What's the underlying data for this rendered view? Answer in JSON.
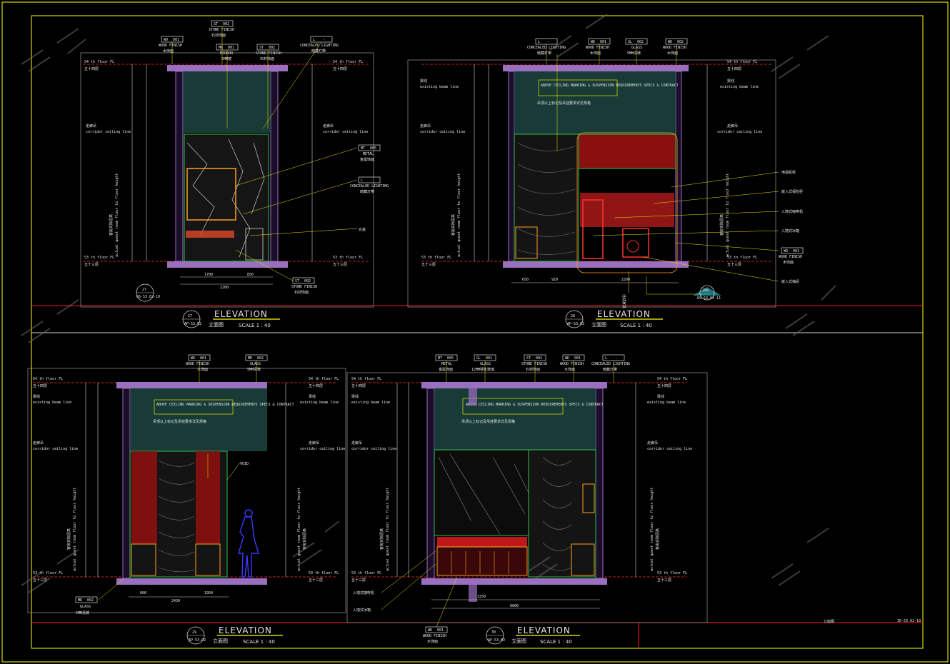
{
  "sheet": {
    "number": "IE-53.02-10",
    "footer_label": "立面图"
  },
  "common": {
    "floor54_en": "54 th floor FL",
    "floor54_cn": "五十四层",
    "floor53_en": "53 th floor FL",
    "floor53_cn": "五十三层",
    "corridor_cn": "走廊吊",
    "corridor_en": "corridor ceiling line",
    "beam_cn": "梁线",
    "beam_en": "existing beam line",
    "height_en": "actual quest room floor to floor height",
    "height_cn": "客房实际层高",
    "note_en": "ABOVE CEILING MARKING & SUSPENSION REQUIREMENTS SPECS & CONTRACT",
    "note_cn": "吊顶以上标记及吊挂要求详见规格",
    "scale": "SCALE 1 : 40",
    "elevation": "ELEVATION",
    "elevation_cn": "立面图",
    "ref": "AP-53.02"
  },
  "elevations": [
    {
      "id": "27",
      "tags": [
        {
          "code": "WD",
          "num": "001",
          "en": "WOOD FINISH",
          "cn": "木饰面"
        },
        {
          "code": "ST",
          "num": "002",
          "en": "STONE FINISH",
          "cn": "石材饰面"
        },
        {
          "code": "MR",
          "num": "001",
          "en": "MIRROR",
          "cn": "5MM镜"
        },
        {
          "code": "ST",
          "num": "002",
          "en": "STONE FINISH",
          "cn": "石材饰面"
        },
        {
          "code": "L",
          "num": "-",
          "en": "CONCEALED LIGHTING",
          "cn": "暗藏灯带"
        }
      ],
      "side_tags": [
        {
          "code": "MT",
          "num": "005",
          "en": "METAL",
          "cn": "金属饰面"
        },
        {
          "code": "L",
          "num": "-",
          "en": "CONCEALED LIGHTING",
          "cn": "暗藏灯带"
        },
        {
          "code": "",
          "num": "",
          "en": "",
          "cn": "台盆"
        }
      ],
      "bottom_tag": {
        "code": "ST",
        "num": "002",
        "en": "STONE FINISH",
        "cn": "石材饰面"
      },
      "dims": [
        "1780",
        "2200",
        "850"
      ],
      "section": {
        "num": "27",
        "ref": "OS-53.02-10"
      }
    },
    {
      "id": "28",
      "tags": [
        {
          "code": "L",
          "num": "-",
          "en": "CONCEALED LIGHTING",
          "cn": "暗藏灯带"
        },
        {
          "code": "WD",
          "num": "001",
          "en": "WOOD FINISH",
          "cn": "木饰面"
        },
        {
          "code": "GL",
          "num": "002",
          "en": "GLASS",
          "cn": "5MM清玻"
        },
        {
          "code": "WD",
          "num": "002",
          "en": "WOOD FINISH",
          "cn": "木饰面"
        }
      ],
      "side_notes": [
        "电视机柜",
        "嵌入式保险柜",
        "入墙式咖啡机",
        "入墙式冰箱"
      ],
      "side_tag": {
        "code": "WD",
        "num": "001",
        "en": "WOOD FINISH",
        "cn": "木饰面"
      },
      "bottom_note": "嵌入式抽屉",
      "bottom_center": "活动家具",
      "dims": [
        "650",
        "920",
        "2200"
      ],
      "section": {
        "num": "28a",
        "ref": "OS-53.02-11"
      }
    },
    {
      "id": "29",
      "tags": [
        {
          "code": "WD",
          "num": "001",
          "en": "WOOD FINISH",
          "cn": "木饰面"
        },
        {
          "code": "MR",
          "num": "002",
          "en": "GLASS",
          "cn": "5MM清玻"
        }
      ],
      "void": "VOID",
      "bottom_tag": {
        "code": "MR",
        "num": "002",
        "en": "GLASS",
        "cn": "5MM清玻"
      },
      "dims": [
        "600",
        "1950",
        "2430"
      ]
    },
    {
      "id": "30",
      "tags": [
        {
          "code": "MT",
          "num": "005",
          "en": "METAL",
          "cn": "金属饰面"
        },
        {
          "code": "GL",
          "num": "001",
          "en": "GLASS",
          "cn": "12MM钢化玻璃"
        },
        {
          "code": "ST",
          "num": "002",
          "en": "STONE FINISH",
          "cn": "石材饰面"
        },
        {
          "code": "WD",
          "num": "001",
          "en": "WOOD FINISH",
          "cn": "木饰面"
        },
        {
          "code": "L",
          "num": "-",
          "en": "CONCEALED LIGHTING",
          "cn": "暗藏灯带"
        }
      ],
      "side_notes": [
        "入墙式咖啡机",
        "入墙式冰箱"
      ],
      "bottom_tag": {
        "code": "WD",
        "num": "001",
        "en": "WOOD FINISH",
        "cn": "木饰面"
      },
      "dims": [
        "3250",
        "6000"
      ]
    }
  ]
}
